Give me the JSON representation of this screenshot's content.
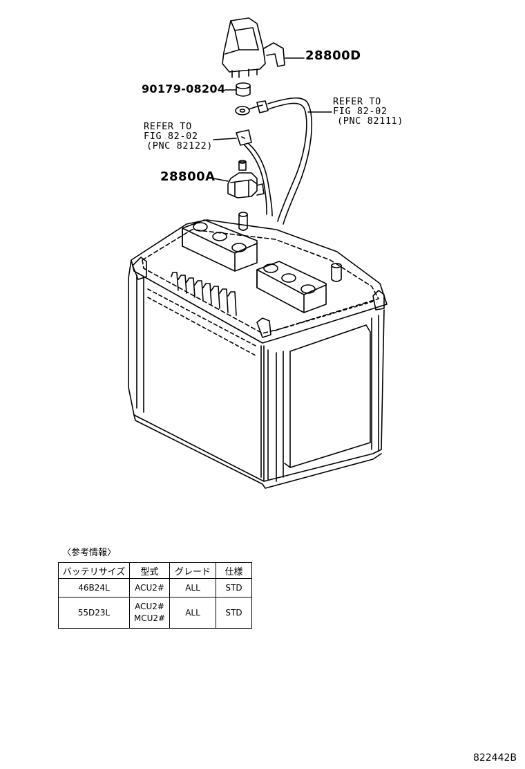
{
  "labels": {
    "part_28800D": "28800D",
    "part_90179": "90179-08204",
    "part_28800A": "28800A",
    "ref_right": [
      "REFER TO",
      "FIG 82-02",
      "(PNC 82111)"
    ],
    "ref_left": [
      "REFER TO",
      "FIG 82-02",
      "(PNC 82122)"
    ]
  },
  "reference_note": "〈参考情報〉",
  "table": {
    "headers": [
      "バッテリサイズ",
      "型式",
      "グレード",
      "仕様"
    ],
    "rows": [
      {
        "size": "46B24L",
        "models": [
          "ACU2#"
        ],
        "grade": "ALL",
        "spec": "STD"
      },
      {
        "size": "55D23L",
        "models": [
          "ACU2#",
          "MCU2#"
        ],
        "grade": "ALL",
        "spec": "STD"
      }
    ]
  },
  "figure_id": "822442B"
}
